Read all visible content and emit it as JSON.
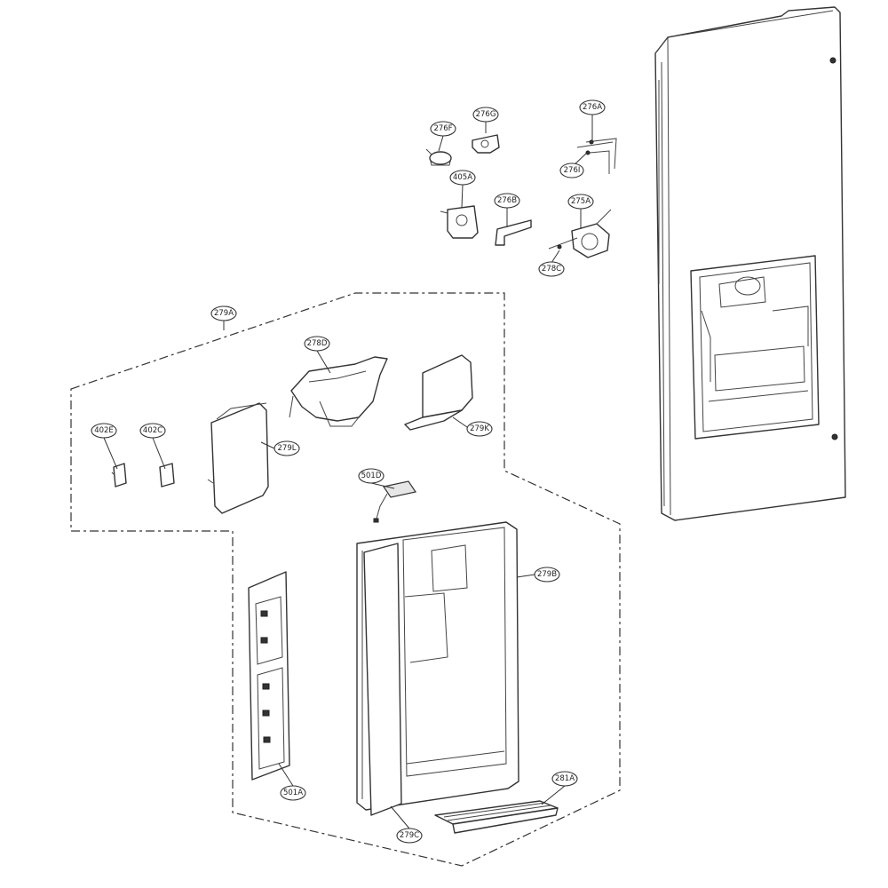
{
  "labels": {
    "l276A": "276A",
    "l276F": "276F",
    "l276G": "276G",
    "l276I": "276I",
    "l405A": "405A",
    "l276B": "276B",
    "l275A": "275A",
    "l278C": "278C",
    "l279A": "279A",
    "l278D": "278D",
    "l279K": "279K",
    "l279L": "279L",
    "l402E": "402E",
    "l402C": "402C",
    "l501D": "501D",
    "l279B": "279B",
    "l501A": "501A",
    "l281A": "281A",
    "l279C": "279C"
  }
}
